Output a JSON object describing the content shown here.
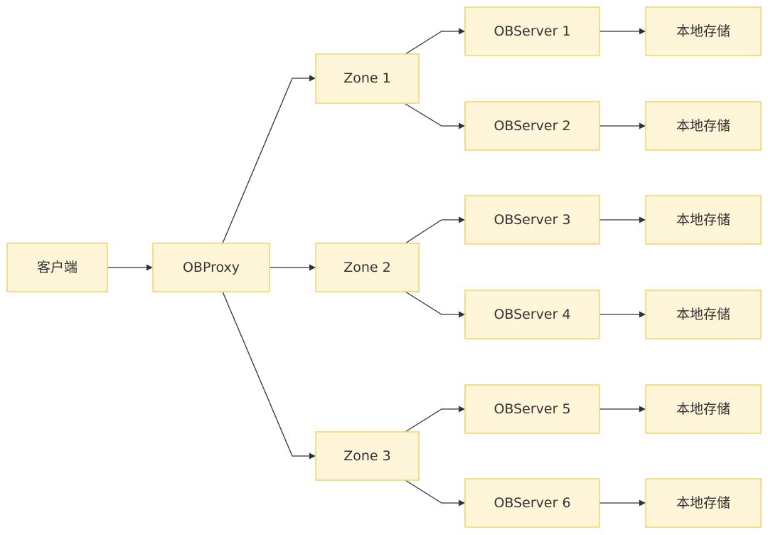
{
  "nodes": {
    "client": "客户端",
    "obproxy": "OBProxy",
    "zone1": "Zone 1",
    "zone2": "Zone 2",
    "zone3": "Zone 3",
    "obs1": "OBServer 1",
    "obs2": "OBServer 2",
    "obs3": "OBServer 3",
    "obs4": "OBServer 4",
    "obs5": "OBServer 5",
    "obs6": "OBServer 6",
    "storage1": "本地存储",
    "storage2": "本地存储",
    "storage3": "本地存储",
    "storage4": "本地存储",
    "storage5": "本地存储",
    "storage6": "本地存储"
  },
  "edges": [
    {
      "from": "client",
      "to": "obproxy"
    },
    {
      "from": "obproxy",
      "to": "zone1"
    },
    {
      "from": "obproxy",
      "to": "zone2"
    },
    {
      "from": "obproxy",
      "to": "zone3"
    },
    {
      "from": "zone1",
      "to": "obs1"
    },
    {
      "from": "zone1",
      "to": "obs2"
    },
    {
      "from": "zone2",
      "to": "obs3"
    },
    {
      "from": "zone2",
      "to": "obs4"
    },
    {
      "from": "zone3",
      "to": "obs5"
    },
    {
      "from": "zone3",
      "to": "obs6"
    },
    {
      "from": "obs1",
      "to": "storage1"
    },
    {
      "from": "obs2",
      "to": "storage2"
    },
    {
      "from": "obs3",
      "to": "storage3"
    },
    {
      "from": "obs4",
      "to": "storage4"
    },
    {
      "from": "obs5",
      "to": "storage5"
    },
    {
      "from": "obs6",
      "to": "storage6"
    }
  ],
  "colors": {
    "node_fill": "#fff6d9",
    "node_stroke": "#f3d36a",
    "edge": "#333333",
    "text": "#333333"
  }
}
